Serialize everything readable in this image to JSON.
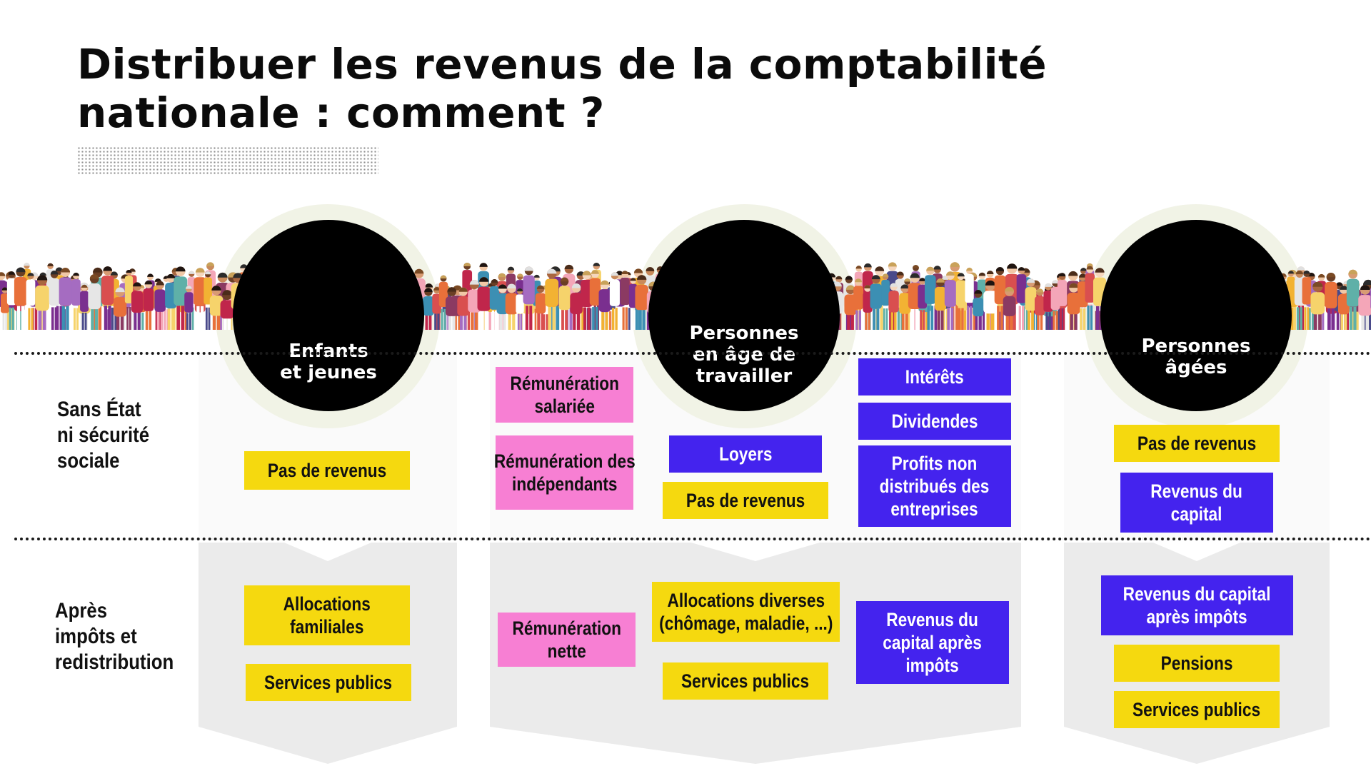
{
  "title": {
    "line1": "Distribuer les revenus de la comptabilité",
    "line2": "nationale : comment ?"
  },
  "rows": {
    "row1": [
      "Sans État",
      "ni sécurité",
      "sociale"
    ],
    "row2": [
      "Après",
      "impôts et",
      "redistribution"
    ]
  },
  "groups": {
    "children": [
      "Enfants",
      "et jeunes"
    ],
    "working": [
      "Personnes",
      "en âge de",
      "travailler"
    ],
    "elderly": [
      "Personnes",
      "âgées"
    ]
  },
  "boxes": {
    "children_before": [
      "Pas de revenus"
    ],
    "children_after_1": [
      "Allocations",
      "familiales"
    ],
    "children_after_2": [
      "Services publics"
    ],
    "working_before_salaried": [
      "Rémunération",
      "salariée"
    ],
    "working_before_independent": [
      "Rémunération des",
      "indépendants"
    ],
    "working_before_rent": [
      "Loyers"
    ],
    "working_before_none": [
      "Pas de revenus"
    ],
    "working_before_interest": [
      "Intérêts"
    ],
    "working_before_dividends": [
      "Dividendes"
    ],
    "working_before_profits": [
      "Profits non",
      "distribués des",
      "entreprises"
    ],
    "working_after_net": [
      "Rémunération",
      "nette"
    ],
    "working_after_allowances": [
      "Allocations diverses",
      "(chômage, maladie, ...)"
    ],
    "working_after_public": [
      "Services publics"
    ],
    "working_after_capital": [
      "Revenus du",
      "capital après",
      "impôts"
    ],
    "elderly_before_none": [
      "Pas de revenus"
    ],
    "elderly_before_capital": [
      "Revenus du",
      "capital"
    ],
    "elderly_after_capital": [
      "Revenus du capital",
      "après impôts"
    ],
    "elderly_after_pensions": [
      "Pensions"
    ],
    "elderly_after_public": [
      "Services publics"
    ]
  },
  "colors": {
    "yellow": "#f5d90f",
    "pink": "#f77fd3",
    "blue": "#4423ee",
    "disc": "#000000",
    "ring": "#f1f3e6",
    "panel_light": "#fafafa",
    "panel_grey": "#ebebeb"
  },
  "icons": {
    "crowd": "crowd-illustration"
  }
}
